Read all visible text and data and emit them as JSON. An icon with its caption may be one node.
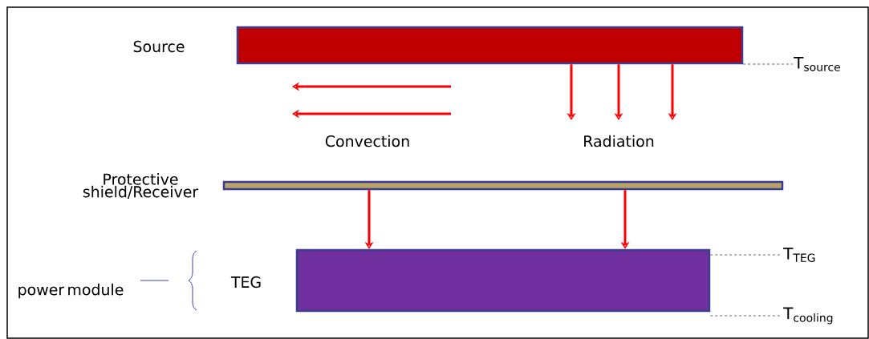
{
  "diagram": {
    "nodes": [
      {
        "text": [
          "Source"
        ]
      },
      {
        "text": [
          "Protective shield/Receiver"
        ]
      },
      {
        "text": [
          "TEG"
        ]
      },
      {
        "text": [
          "T$_{source}$"
        ]
      },
      {
        "text": [
          "T$_{TEG}$"
        ]
      },
      {
        "text": [
          "T$_{cooling}$"
        ]
      }
    ],
    "edges": [
      {
        "from": 0,
        "to": null,
        "arrow": "to"
      },
      {
        "from": 0,
        "to": null,
        "arrow": "to"
      },
      {
        "from": 0,
        "to": null,
        "arrow": "to"
      },
      {
        "from": 1,
        "to": 2,
        "arrow": "to"
      },
      {
        "from": 1,
        "to": 2,
        "arrow": "to"
      },
      {
        "from": 0,
        "to": 3,
        "arrow": "none",
        "style": "dashed",
        "color": "#000000"
      },
      {
        "from": 2,
        "to": 4,
        "arrow": "none",
        "style": "dashed",
        "color": "#000000"
      },
      {
        "from": 2,
        "to": 5,
        "arrow": "none",
        "style": "dashed",
        "color": "#000000"
      }
    ],
    "labels": [
      "Convection",
      "Radiation",
      "power module"
    ]
  }
}
